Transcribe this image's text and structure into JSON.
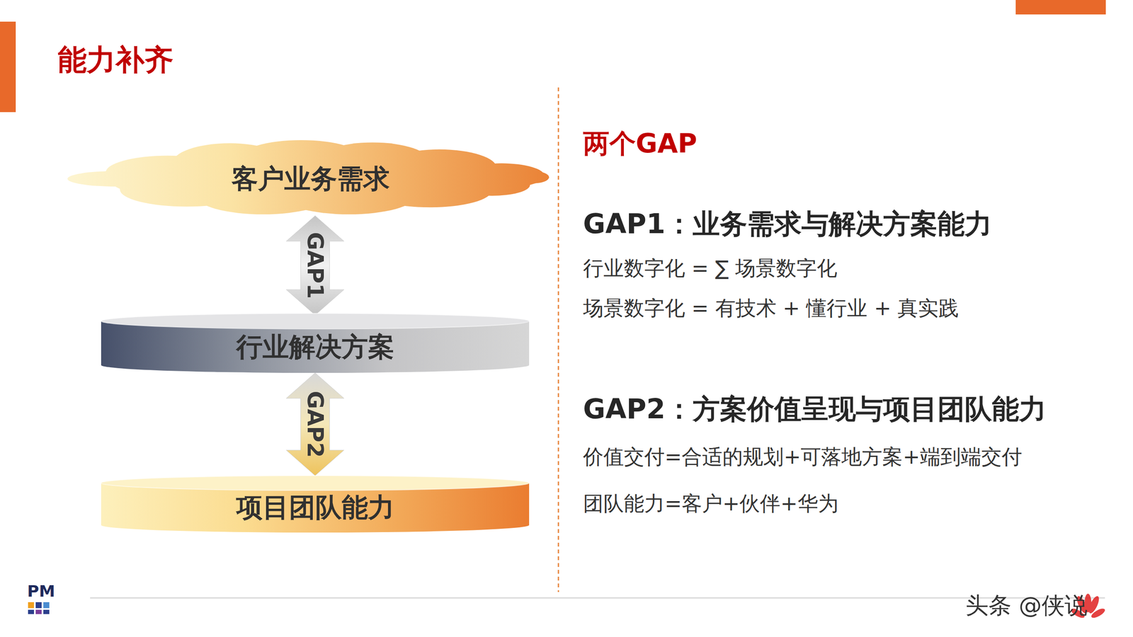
{
  "diagram": {
    "title": "能力补齐",
    "nodes": [
      {
        "text": [
          "客户业务需求"
        ]
      },
      {
        "text": [
          "行业解决方案"
        ]
      },
      {
        "text": [
          "项目团队能力"
        ]
      }
    ],
    "edges": [
      {
        "from": 0,
        "to": 1,
        "label": "GAP1",
        "arrow": "both"
      },
      {
        "from": 1,
        "to": 2,
        "label": "GAP2",
        "arrow": "both"
      }
    ],
    "labels": [
      "两个GAP",
      "GAP1：业务需求与解决方案能力",
      "行业数字化 = ∑ 场景数字化",
      "场景数字化 = 有技术 + 懂行业 + 真实践",
      "GAP2：方案价值呈现与项目团队能力",
      "价值交付=合适的规划+可落地方案+端到端交付",
      "团队能力=客户+伙伴+华为",
      "PM",
      "头条 @侠说"
    ]
  }
}
